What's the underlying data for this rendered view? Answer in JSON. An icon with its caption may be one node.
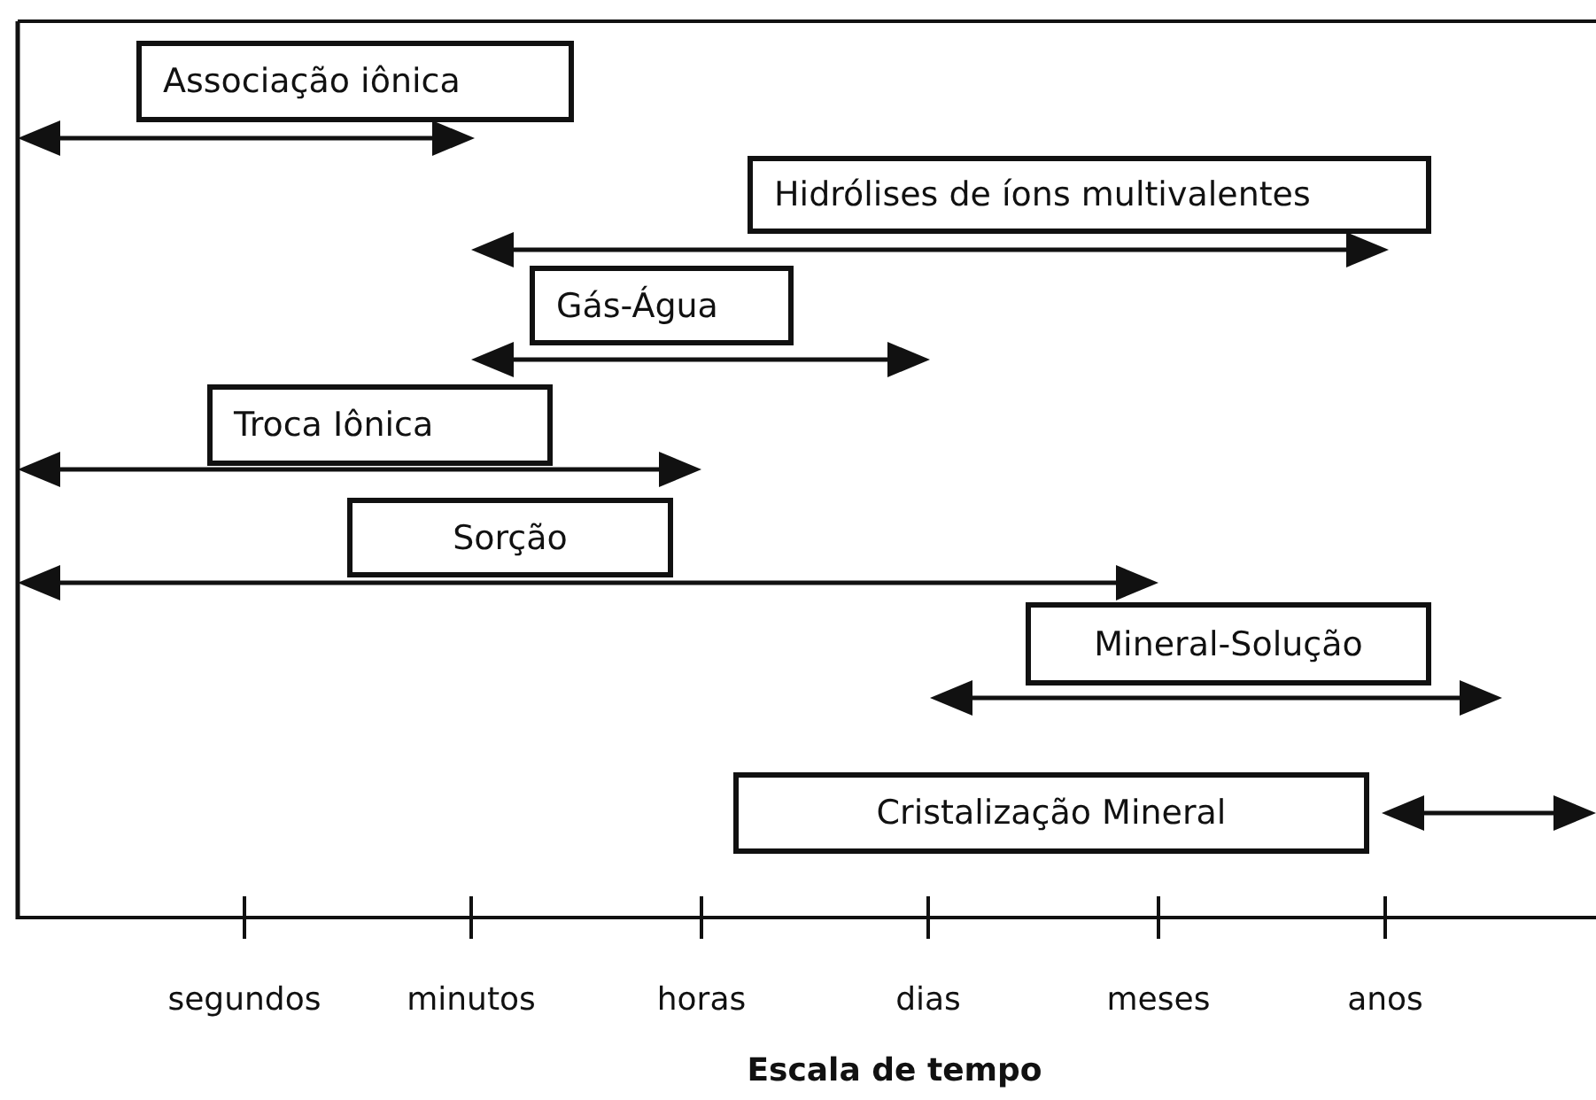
{
  "diagram": {
    "nodes": [
      {
        "text": [
          "Associação iônica"
        ]
      },
      {
        "text": [
          "Hidrólises de íons multivalentes"
        ]
      },
      {
        "text": [
          "Gás-Água"
        ]
      },
      {
        "text": [
          "Troca Iônica"
        ]
      },
      {
        "text": [
          "Sorção"
        ]
      },
      {
        "text": [
          "Mineral-Solução"
        ]
      },
      {
        "text": [
          "Cristalização Mineral"
        ]
      }
    ],
    "labels": [
      "segundos",
      "minutos",
      "horas",
      "dias",
      "meses",
      "anos",
      "Escala de tempo"
    ]
  }
}
